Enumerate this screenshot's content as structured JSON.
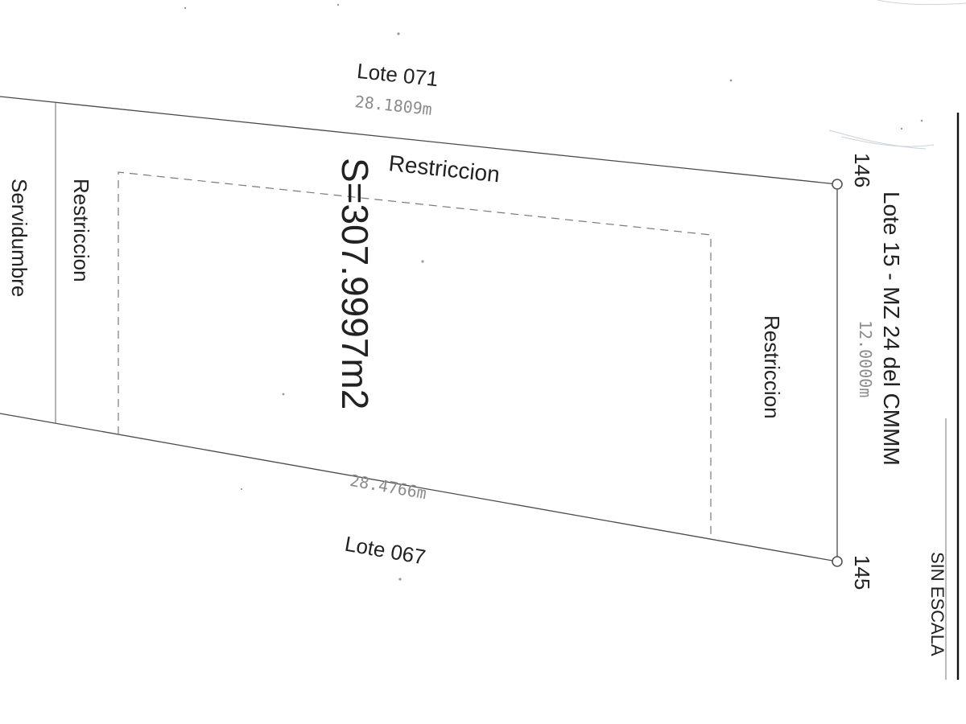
{
  "labels": {
    "top_neighbor": "Lote 071",
    "bottom_neighbor": "Lote 067",
    "right_neighbor": "Lote 15 - MZ 24 del CMMM",
    "servitude": "Servidumbre",
    "restriction_left": "Restriccion",
    "restriction_top": "Restriccion",
    "restriction_right": "Restriccion",
    "area": "S=307.9997m2",
    "scale": "SIN ESCALA",
    "vertex_top": "146",
    "vertex_bottom": "145"
  },
  "dimensions": {
    "top_edge": "28.1809m",
    "bottom_edge": "28.4766m",
    "right_edge": "12.0000m"
  },
  "colors": {
    "lines": "#4a4a4a",
    "dimension_text": "#8c8c8c",
    "label_text": "#222222"
  }
}
